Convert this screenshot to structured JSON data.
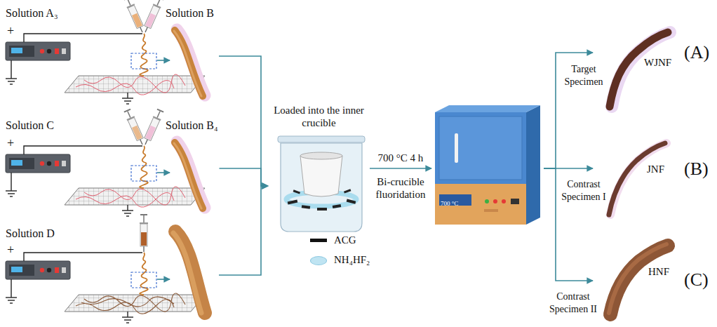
{
  "diagram": {
    "nodes": [
      {
        "text": [
          "Solution A₃",
          "Solution B",
          "+"
        ]
      },
      {
        "text": [
          "Solution C",
          "Solution B₄",
          "+"
        ]
      },
      {
        "text": [
          "Solution D",
          "+"
        ]
      },
      {
        "text": [
          "Loaded into the inner crucible"
        ]
      },
      {
        "text": [
          "700 °C"
        ]
      },
      {
        "text": [
          "WJNF"
        ]
      },
      {
        "text": [
          "JNF"
        ]
      },
      {
        "text": [
          "HNF"
        ]
      }
    ],
    "edges": [
      {
        "from": 0,
        "to": 3,
        "arrow": "to"
      },
      {
        "from": 1,
        "to": 3,
        "arrow": "to"
      },
      {
        "from": 2,
        "to": 3,
        "arrow": "to"
      },
      {
        "from": 3,
        "to": 4,
        "label": "700 °C 4 h",
        "arrow": "to"
      },
      {
        "from": 4,
        "to": 5,
        "label": "Target Specimen",
        "arrow": "to"
      },
      {
        "from": 4,
        "to": 6,
        "label": "Contrast Specimen I",
        "arrow": "to"
      },
      {
        "from": 4,
        "to": 7,
        "label": "Contrast Specimen II",
        "arrow": "to"
      }
    ],
    "labels": [
      "Bi-crucible fluoridation",
      "(A)",
      "(B)",
      "(C)"
    ],
    "legend": [
      {
        "text": "ACG",
        "color": "#111111"
      },
      {
        "text": "NH₄HF₂",
        "color": "#bfe4f2"
      }
    ]
  }
}
